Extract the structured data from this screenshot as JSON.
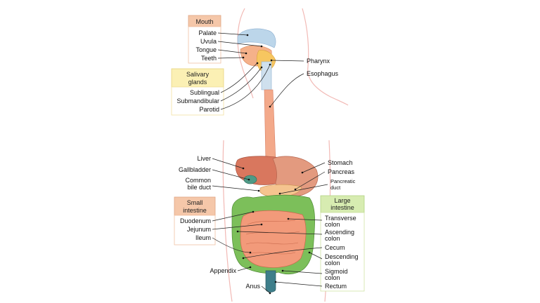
{
  "groups": {
    "mouth": {
      "title": "Mouth",
      "color": "#f5c7a9",
      "labels": [
        "Palate",
        "Uvula",
        "Tongue",
        "Teeth"
      ]
    },
    "salivary": {
      "title_lines": [
        "Salivary",
        "glands"
      ],
      "color": "#fbf0b4",
      "labels": [
        "Sublingual",
        "Submandibular",
        "Parotid"
      ]
    },
    "small_intestine": {
      "title_lines": [
        "Small",
        "intestine"
      ],
      "color": "#f5c7a9",
      "labels": [
        "Duodenum",
        "Jejunum",
        "Ileum"
      ]
    },
    "large_intestine": {
      "title_lines": [
        "Large",
        "intestine"
      ],
      "color": "#d7ecb1",
      "labels": [
        [
          "Transverse",
          "colon"
        ],
        [
          "Ascending",
          "colon"
        ],
        [
          "Cecum"
        ],
        [
          "Descending",
          "colon"
        ],
        [
          "Sigmoid",
          "colon"
        ],
        [
          "Rectum"
        ]
      ]
    }
  },
  "labels": {
    "pharynx": "Pharynx",
    "esophagus": "Esophagus",
    "liver": "Liver",
    "gallbladder": "Gallbladder",
    "common_bile_duct": [
      "Common",
      "bile duct"
    ],
    "stomach": "Stomach",
    "pancreas": "Pancreas",
    "pancreatic_duct": [
      "Pancreatic",
      "duct"
    ],
    "appendix": "Appendix",
    "anus": "Anus"
  },
  "colors": {
    "body_outline": "#f2b9b5",
    "esophagus": "#f3a98a",
    "liver": "#d9775e",
    "stomach": "#e39a7f",
    "gallbladder": "#4e9a86",
    "small_intestine": "#f29a7a",
    "large_intestine": "#7cbf5a",
    "rectum": "#3e7e8a",
    "palate": "#bcd6ea",
    "tongue": "#f5b18a",
    "salivary": "#f7c660"
  }
}
